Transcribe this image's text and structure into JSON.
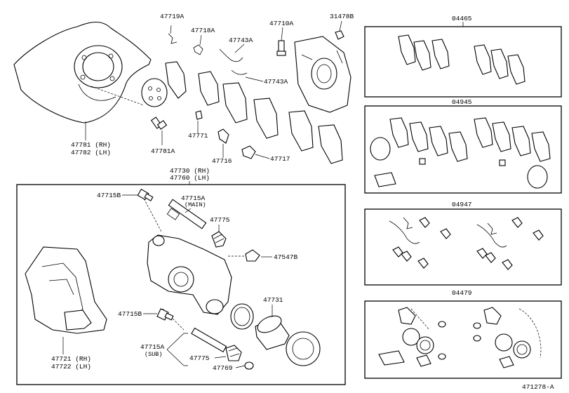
{
  "diagram_id": "471278-A",
  "callouts": {
    "dust_cover": "47781 (RH)",
    "dust_cover_lh": "47782 (LH)",
    "bolt_47781a": "47781A",
    "spring_47719a": "47719A",
    "spring_47718a": "47718A",
    "clip_47743a_top": "47743A",
    "clip_47743a_mid": "47743A",
    "shim_47771": "47771",
    "shim_47716": "47716",
    "shim_47717": "47717",
    "bolt_47710a": "47710A",
    "bushing_31478b": "31478B",
    "caliper_assy": "47730 (RH)",
    "caliper_assy_lh": "47760 (LH)",
    "bolt_47715b_top": "47715B",
    "pin_main": "47715A",
    "pin_main_sub": "(MAIN)",
    "boot_47775_top": "47775",
    "bleeder": "47547B",
    "bolt_47715b_low": "47715B",
    "pin_sub": "47715A",
    "pin_sub_sub": "(SUB)",
    "boot_47775_low": "47775",
    "cap_47769": "47769",
    "seal_47731": "47731",
    "mounting": "47721 (RH)",
    "mounting_lh": "47722 (LH)",
    "kit_04465": "04465",
    "kit_04945": "04945",
    "kit_04947": "04947",
    "kit_04479": "04479"
  }
}
